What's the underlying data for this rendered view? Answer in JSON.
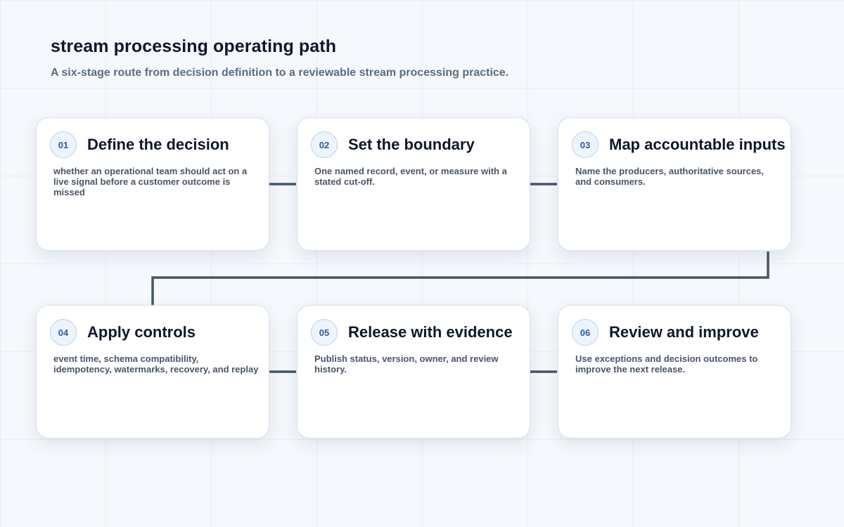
{
  "header": {
    "title": "stream processing operating path",
    "subtitle": "A six-stage route from decision definition to a reviewable stream processing practice."
  },
  "stages": [
    {
      "number": "01",
      "title": "Define the decision",
      "description": "whether an operational team should act on a live signal before a customer outcome is missed"
    },
    {
      "number": "02",
      "title": "Set the boundary",
      "description": "One named record, event, or measure with a stated cut-off."
    },
    {
      "number": "03",
      "title": "Map accountable inputs",
      "description": "Name the producers, authoritative sources, and consumers."
    },
    {
      "number": "04",
      "title": "Apply controls",
      "description": "event time, schema compatibility, idempotency, watermarks, recovery, and replay"
    },
    {
      "number": "05",
      "title": "Release with evidence",
      "description": "Publish status, version, owner, and review history."
    },
    {
      "number": "06",
      "title": "Review and improve",
      "description": "Use exceptions and decision outcomes to improve the next release."
    }
  ],
  "colors": {
    "connector": "#475569",
    "badge_text": "#2f5aa8",
    "badge_border": "#b9cff0",
    "title_text": "#0f172a",
    "description_text": "#4a5568"
  }
}
